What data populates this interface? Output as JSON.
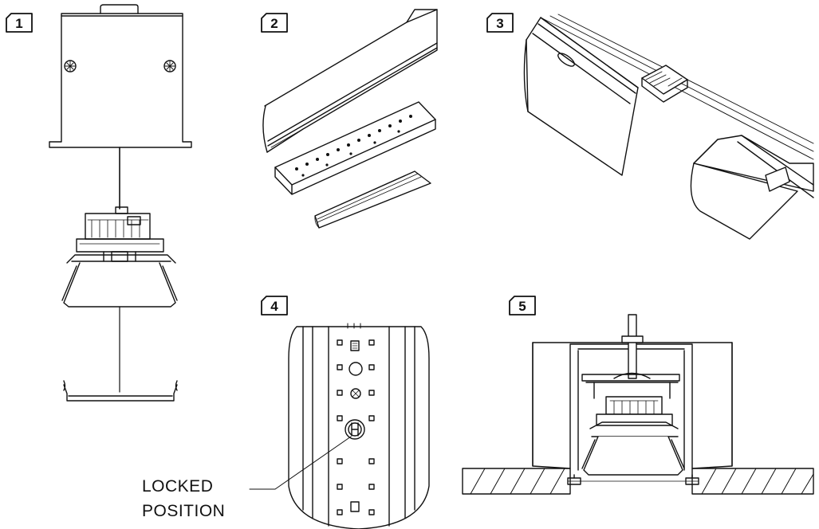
{
  "steps": [
    {
      "number": "1"
    },
    {
      "number": "2"
    },
    {
      "number": "3"
    },
    {
      "number": "4"
    },
    {
      "number": "5"
    }
  ],
  "callout": {
    "line1": "LOCKED",
    "line2": "POSITION"
  },
  "colors": {
    "ink": "#111111",
    "paper": "#ffffff",
    "shade": "#e6e6e6"
  }
}
